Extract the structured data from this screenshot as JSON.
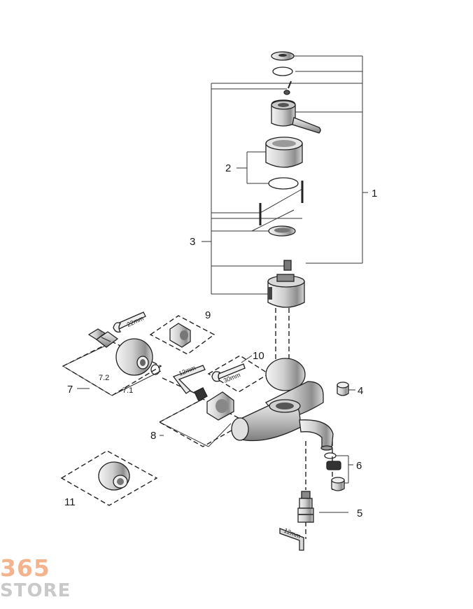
{
  "diagram": {
    "labels": {
      "p1": "1",
      "p2": "2",
      "p3": "3",
      "p4": "4",
      "p5": "5",
      "p6": "6",
      "p7": "7",
      "p7_1": "7.1",
      "p7_2": "7.2",
      "p8": "8",
      "p9": "9",
      "p10": "10",
      "p11": "11"
    },
    "dimensions": {
      "d22": "22mm",
      "d12a": "12mm",
      "d30": "30mm",
      "d12b": "12mm"
    }
  },
  "logo": {
    "number": "365",
    "word": "STORE"
  }
}
